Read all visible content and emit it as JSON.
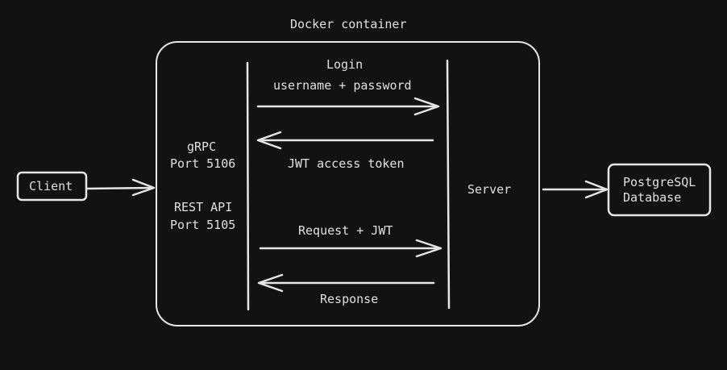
{
  "container": {
    "title": "Docker container"
  },
  "client": {
    "label": "Client"
  },
  "gateway": {
    "grpc_label": "gRPC",
    "grpc_port": "Port 5106",
    "rest_label": "REST API",
    "rest_port": "Port 5105"
  },
  "server": {
    "label": "Server"
  },
  "database": {
    "line1": "PostgreSQL",
    "line2": "Database"
  },
  "messages": {
    "login": "Login",
    "credentials": "username + password",
    "token": "JWT access token",
    "request": "Request + JWT",
    "response": "Response"
  }
}
